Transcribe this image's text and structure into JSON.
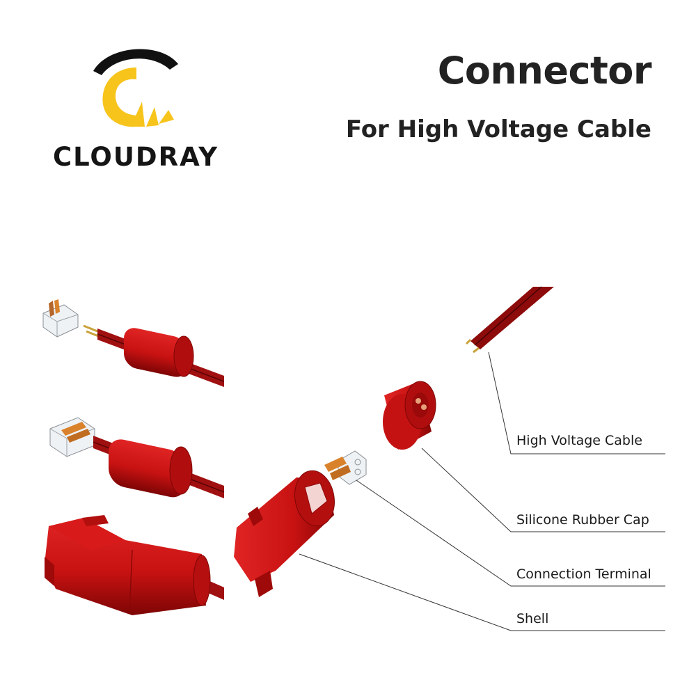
{
  "brand": {
    "name": "CLOUDRAY",
    "colors": {
      "arc": "#111111",
      "c_shape": "#f7c41c"
    }
  },
  "header": {
    "title": "Connector",
    "subtitle": "For High Voltage Cable"
  },
  "parts": {
    "high_voltage_cable": "High Voltage Cable",
    "silicone_rubber_cap": "Silicone Rubber Cap",
    "connection_terminal": "Connection Terminal",
    "shell": "Shell"
  },
  "colors": {
    "red_part": "#c81212",
    "red_dark": "#8e0606",
    "copper": "#d9822b",
    "clear_terminal": "#e9eef2",
    "leader_line": "#333333"
  }
}
